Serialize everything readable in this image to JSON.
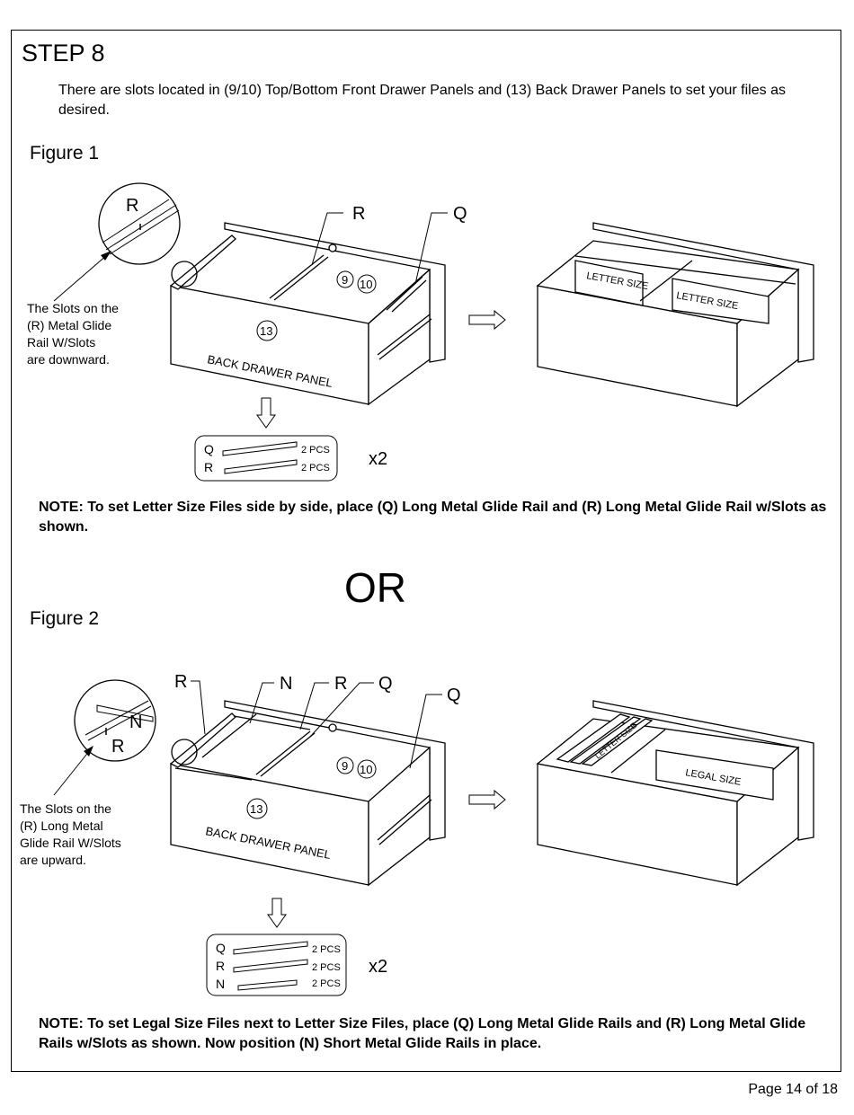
{
  "step_title": "STEP 8",
  "intro": "There are slots located in (9/10) Top/Bottom Front Drawer Panels and (13) Back Drawer Panels to set your files as desired.",
  "figure1": {
    "label": "Figure 1",
    "slot_note_lines": [
      "The Slots on the",
      "(R) Metal Glide",
      "Rail W/Slots",
      "are downward."
    ],
    "part_labels": {
      "r_inset": "R",
      "r": "R",
      "q": "Q"
    },
    "front_panel": "9",
    "front_panel_b": "10",
    "back_panel_num": "13",
    "back_panel_text": "BACK DRAWER PANEL",
    "file_label_1": "LETTER SIZE",
    "file_label_2": "LETTER SIZE",
    "parts": [
      {
        "letter": "Q",
        "qty": "2 PCS"
      },
      {
        "letter": "R",
        "qty": "2 PCS"
      }
    ],
    "multiplier": "x2",
    "note": "NOTE: To set Letter Size Files side by side, place (Q) Long Metal Glide Rail and (R) Long Metal Glide Rail w/Slots as shown."
  },
  "or_text": "OR",
  "figure2": {
    "label": "Figure 2",
    "slot_note_lines": [
      "The Slots on the",
      "(R) Long Metal",
      "Glide Rail W/Slots",
      "are upward."
    ],
    "part_labels": {
      "n_inset": "N",
      "r_inset": "R",
      "r1": "R",
      "n": "N",
      "r2": "R",
      "q1": "Q",
      "q2": "Q"
    },
    "front_panel": "9",
    "front_panel_b": "10",
    "back_panel_num": "13",
    "back_panel_text": "BACK DRAWER PANEL",
    "file_label_1": "LETTER SIZE",
    "file_label_2": "LEGAL SIZE",
    "parts": [
      {
        "letter": "Q",
        "qty": "2 PCS"
      },
      {
        "letter": "R",
        "qty": "2 PCS"
      },
      {
        "letter": "N",
        "qty": "2 PCS"
      }
    ],
    "multiplier": "x2",
    "note": "NOTE: To set Legal Size Files next to Letter Size Files, place (Q) Long Metal Glide Rails and (R) Long Metal Glide Rails w/Slots as shown.  Now position (N) Short Metal Glide Rails in place."
  },
  "page_number": "Page 14 of 18"
}
